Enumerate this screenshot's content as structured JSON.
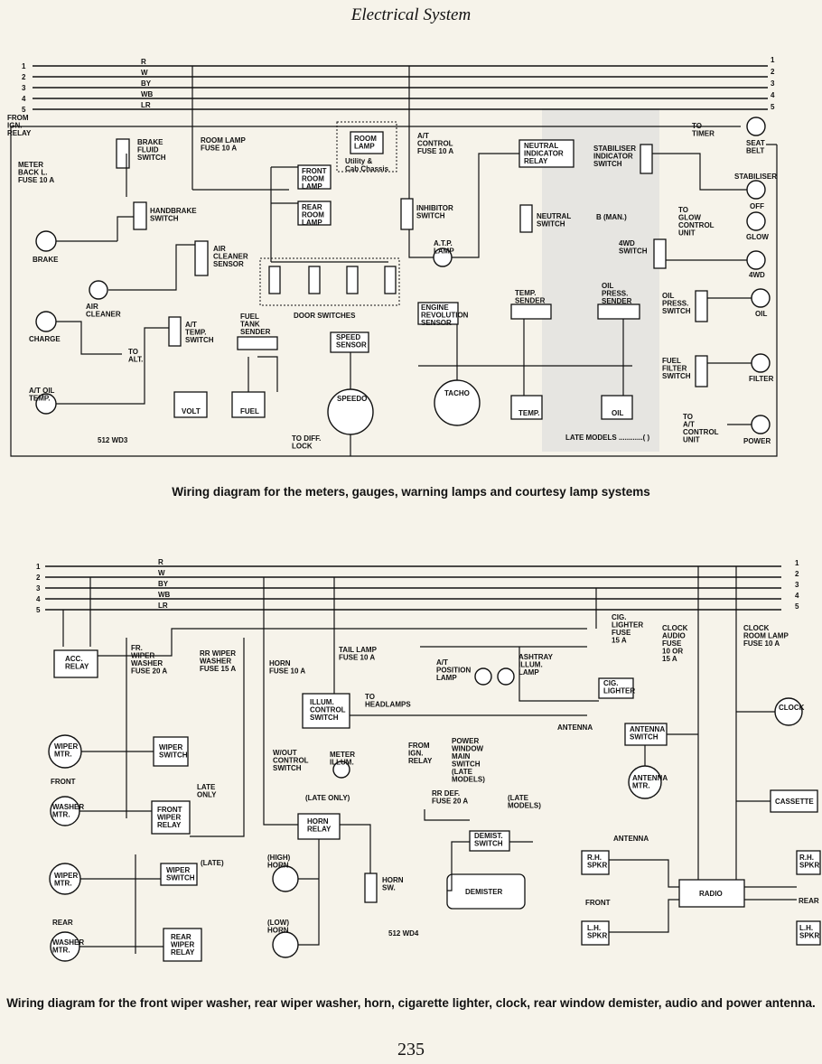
{
  "page": {
    "header": "Electrical System",
    "page_number": "235"
  },
  "diagram1": {
    "caption": "Wiring diagram for the meters, gauges, warning lamps and courtesy lamp systems",
    "code": "512 WD3",
    "bus_numbers": [
      "1",
      "2",
      "3",
      "4",
      "5"
    ],
    "bus_wires": [
      "R",
      "W",
      "BY",
      "WB",
      "LR"
    ],
    "labels": {
      "from_ign_relay": "FROM\nIGN.\nRELAY",
      "meter_back_fuse": "METER\nBACK L.\nFUSE 10 A",
      "brake_fluid_switch": "BRAKE\nFLUID\nSWITCH",
      "handbrake_switch": "HANDBRAKE\nSWITCH",
      "brake": "BRAKE",
      "air_cleaner": "AIR\nCLEANER",
      "air_cleaner_sensor": "AIR\nCLEANER\nSENSOR",
      "charge": "CHARGE",
      "to_alt": "TO\nALT.",
      "at_temp_switch": "A/T\nTEMP.\nSWITCH",
      "at_oil_temp": "A/T OIL\nTEMP.",
      "room_lamp_fuse": "ROOM LAMP\nFUSE 10 A",
      "room_lamp": "ROOM\nLAMP",
      "utility_cab": "Utility &\nCab Chassis",
      "front_room_lamp": "FRONT\nROOM\nLAMP",
      "rear_room_lamp": "REAR\nROOM\nLAMP",
      "door_switches": "DOOR SWITCHES",
      "at_control_fuse": "A/T\nCONTROL\nFUSE 10 A",
      "inhibitor_switch": "INHIBITOR\nSWITCH",
      "atp_lamp": "A.T.P.\nLAMP",
      "neutral_indicator_relay": "NEUTRAL\nINDICATOR\nRELAY",
      "neutral_switch": "NEUTRAL\nSWITCH",
      "b_man": "B (MAN.)",
      "engine_revolution_sensor": "ENGINE\nREVOLUTION\nSENSOR",
      "temp_sender": "TEMP.\nSENDER",
      "oil_press_sender": "OIL\nPRESS.\nSENDER",
      "fuel_tank_sender": "FUEL\nTANK\nSENDER",
      "speed_sensor": "SPEED\nSENSOR",
      "volt": "VOLT",
      "fuel": "FUEL",
      "speedo": "SPEEDO",
      "tacho": "TACHO",
      "temp": "TEMP.",
      "oil": "OIL",
      "to_diff_lock": "TO DIFF.\nLOCK",
      "late_models": "LATE MODELS ............( )",
      "to_timer": "TO\nTIMER",
      "seat_belt": "SEAT\nBELT",
      "stabiliser_indicator_switch": "STABILISER\nINDICATOR\nSWITCH",
      "stabiliser": "STABILISER",
      "off": "OFF",
      "to_glow_control": "TO\nGLOW\nCONTROL\nUNIT",
      "glow": "GLOW",
      "4wd_switch": "4WD\nSWITCH",
      "4wd": "4WD",
      "oil_press_switch": "OIL\nPRESS.\nSWITCH",
      "oil_lamp": "OIL",
      "fuel_filter_switch": "FUEL\nFILTER\nSWITCH",
      "filter": "FILTER",
      "to_at_control": "TO\nA/T\nCONTROL\nUNIT",
      "power": "POWER"
    }
  },
  "diagram2": {
    "caption": "Wiring diagram for the front wiper washer, rear wiper washer, horn, cigarette lighter, clock, rear window demister, audio and power antenna.",
    "code": "512 WD4",
    "bus_numbers": [
      "1",
      "2",
      "3",
      "4",
      "5"
    ],
    "bus_wires": [
      "R",
      "W",
      "BY",
      "WB",
      "LR"
    ],
    "labels": {
      "acc_relay": "ACC.\nRELAY",
      "fr_wiper_fuse": "FR.\nWIPER\nWASHER\nFUSE 20 A",
      "rr_wiper_fuse": "RR WIPER\nWASHER\nFUSE 15 A",
      "horn_fuse": "HORN\nFUSE 10 A",
      "tail_lamp_fuse": "TAIL LAMP\nFUSE 10 A",
      "wiper_mtr": "WIPER\nMTR.",
      "washer_mtr": "WASHER\nMTR.",
      "front": "FRONT",
      "wiper_switch": "WIPER\nSWITCH",
      "late_only": "LATE\nONLY",
      "front_wiper_relay": "FRONT\nWIPER\nRELAY",
      "illum_control_switch": "ILLUM.\nCONTROL\nSWITCH",
      "to_headlamps": "TO\nHEADLAMPS",
      "wout_control_switch": "W/OUT\nCONTROL\nSWITCH",
      "meter_illum": "METER\nILLUM.",
      "late_only2": "(LATE ONLY)",
      "horn_relay": "HORN\nRELAY",
      "horn_high": "(HIGH)\nHORN",
      "horn_low": "(LOW)\nHORN",
      "horn_sw": "HORN\nSW.",
      "late": "(LATE)",
      "rear": "REAR",
      "rear_wiper_relay": "REAR\nWIPER\nRELAY",
      "at_position_lamp": "A/T\nPOSITION\nLAMP",
      "ashtray_illum_lamp": "ASHTRAY\nILLUM.\nLAMP",
      "cig_lighter_fuse": "CIG.\nLIGHTER\nFUSE\n15 A",
      "cig_lighter": "CIG.\nLIGHTER",
      "clock_audio_fuse": "CLOCK\nAUDIO\nFUSE\n10 OR\n15 A",
      "clock_room_lamp_fuse": "CLOCK\nROOM LAMP\nFUSE 10 A",
      "from_ign_relay": "FROM\nIGN.\nRELAY",
      "power_window_switch": "POWER\nWINDOW\nMAIN\nSWITCH\n(LATE\nMODELS)",
      "rr_def_fuse": "RR DEF.\nFUSE 20 A",
      "late_models": "(LATE\nMODELS)",
      "demist_switch": "DEMIST.\nSWITCH",
      "demister": "DEMISTER",
      "antenna": "ANTENNA",
      "antenna_switch": "ANTENNA\nSWITCH",
      "antenna_mtr": "ANTENNA\nMTR.",
      "clock": "CLOCK",
      "cassette": "CASSETTE",
      "rh_spkr_l": "R.H.\nSPKR",
      "lh_spkr_l": "L.H.\nSPKR",
      "radio": "RADIO",
      "front_spk": "FRONT",
      "rear_spk": "REAR",
      "rh_spkr_r": "R.H.\nSPKR",
      "lh_spkr_r": "L.H.\nSPKR"
    }
  }
}
